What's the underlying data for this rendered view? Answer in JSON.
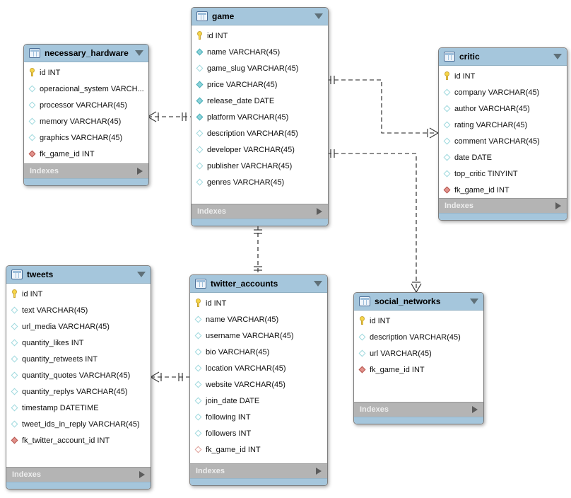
{
  "diagram": {
    "colors": {
      "table_header": "#a5c6dc",
      "indexes_bar": "#b4b4b4",
      "primary_key_icon": "#f7d648",
      "column_notnull_icon": "#8dd3da",
      "foreign_key_icon": "#e2928c",
      "relationship_line": "#1b1b1b"
    },
    "tables": [
      {
        "title": "game",
        "indexes_label": "Indexes",
        "fields": [
          {
            "icon": "key-icon",
            "text": "id INT"
          },
          {
            "icon": "column-notnull-icon",
            "text": "name VARCHAR(45)"
          },
          {
            "icon": "column-nullable-icon",
            "text": "game_slug VARCHAR(45)"
          },
          {
            "icon": "column-notnull-icon",
            "text": "price VARCHAR(45)"
          },
          {
            "icon": "column-notnull-icon",
            "text": "release_date DATE"
          },
          {
            "icon": "column-notnull-icon",
            "text": "platform VARCHAR(45)"
          },
          {
            "icon": "column-nullable-icon",
            "text": "description VARCHAR(45)"
          },
          {
            "icon": "column-nullable-icon",
            "text": "developer VARCHAR(45)"
          },
          {
            "icon": "column-nullable-icon",
            "text": "publisher VARCHAR(45)"
          },
          {
            "icon": "column-nullable-icon",
            "text": "genres VARCHAR(45)"
          }
        ]
      },
      {
        "title": "necessary_hardware",
        "indexes_label": "Indexes",
        "fields": [
          {
            "icon": "key-icon",
            "text": "id INT"
          },
          {
            "icon": "column-nullable-icon",
            "text": "operacional_system VARCH..."
          },
          {
            "icon": "column-nullable-icon",
            "text": "processor VARCHAR(45)"
          },
          {
            "icon": "column-nullable-icon",
            "text": "memory VARCHAR(45)"
          },
          {
            "icon": "column-nullable-icon",
            "text": "graphics VARCHAR(45)"
          },
          {
            "icon": "fk-icon",
            "text": "fk_game_id INT"
          }
        ]
      },
      {
        "title": "critic",
        "indexes_label": "Indexes",
        "fields": [
          {
            "icon": "key-icon",
            "text": "id INT"
          },
          {
            "icon": "column-nullable-icon",
            "text": "company VARCHAR(45)"
          },
          {
            "icon": "column-nullable-icon",
            "text": "author VARCHAR(45)"
          },
          {
            "icon": "column-nullable-icon",
            "text": "rating VARCHAR(45)"
          },
          {
            "icon": "column-nullable-icon",
            "text": "comment VARCHAR(45)"
          },
          {
            "icon": "column-nullable-icon",
            "text": "date DATE"
          },
          {
            "icon": "column-nullable-icon",
            "text": "top_critic TINYINT"
          },
          {
            "icon": "fk-icon",
            "text": "fk_game_id INT"
          }
        ]
      },
      {
        "title": "tweets",
        "indexes_label": "Indexes",
        "fields": [
          {
            "icon": "key-icon",
            "text": "id INT"
          },
          {
            "icon": "column-nullable-icon",
            "text": "text VARCHAR(45)"
          },
          {
            "icon": "column-nullable-icon",
            "text": "url_media VARCHAR(45)"
          },
          {
            "icon": "column-nullable-icon",
            "text": "quantity_likes INT"
          },
          {
            "icon": "column-nullable-icon",
            "text": "quantity_retweets INT"
          },
          {
            "icon": "column-nullable-icon",
            "text": "quantity_quotes VARCHAR(45)"
          },
          {
            "icon": "column-nullable-icon",
            "text": "quantity_replys VARCHAR(45)"
          },
          {
            "icon": "column-nullable-icon",
            "text": "timestamp DATETIME"
          },
          {
            "icon": "column-nullable-icon",
            "text": "tweet_ids_in_reply VARCHAR(45)"
          },
          {
            "icon": "fk-icon",
            "text": "fk_twitter_account_id INT"
          }
        ]
      },
      {
        "title": "twitter_accounts",
        "indexes_label": "Indexes",
        "fields": [
          {
            "icon": "key-icon",
            "text": "id INT"
          },
          {
            "icon": "column-nullable-icon",
            "text": "name VARCHAR(45)"
          },
          {
            "icon": "column-nullable-icon",
            "text": "username VARCHAR(45)"
          },
          {
            "icon": "column-nullable-icon",
            "text": "bio VARCHAR(45)"
          },
          {
            "icon": "column-nullable-icon",
            "text": "location VARCHAR(45)"
          },
          {
            "icon": "column-nullable-icon",
            "text": "website VARCHAR(45)"
          },
          {
            "icon": "column-nullable-icon",
            "text": "join_date DATE"
          },
          {
            "icon": "column-nullable-icon",
            "text": "following INT"
          },
          {
            "icon": "column-nullable-icon",
            "text": "followers INT"
          },
          {
            "icon": "fk-nullable-icon",
            "text": "fk_game_id INT"
          }
        ]
      },
      {
        "title": "social_networks",
        "indexes_label": "Indexes",
        "fields": [
          {
            "icon": "key-icon",
            "text": "id INT"
          },
          {
            "icon": "column-nullable-icon",
            "text": "description VARCHAR(45)"
          },
          {
            "icon": "column-nullable-icon",
            "text": "url VARCHAR(45)"
          },
          {
            "icon": "fk-icon",
            "text": "fk_game_id INT"
          }
        ]
      }
    ],
    "relationships": [
      {
        "from": "necessary_hardware",
        "to": "game",
        "from_end": "many",
        "to_end": "one",
        "line": "dashed"
      },
      {
        "from": "critic",
        "to": "game",
        "from_end": "many",
        "to_end": "one",
        "line": "dashed"
      },
      {
        "from": "social_networks",
        "to": "game",
        "from_end": "many",
        "to_end": "one",
        "line": "dashed"
      },
      {
        "from": "twitter_accounts",
        "to": "game",
        "from_end": "one",
        "to_end": "one",
        "line": "dashed"
      },
      {
        "from": "tweets",
        "to": "twitter_accounts",
        "from_end": "many",
        "to_end": "one",
        "line": "dashed"
      }
    ]
  }
}
